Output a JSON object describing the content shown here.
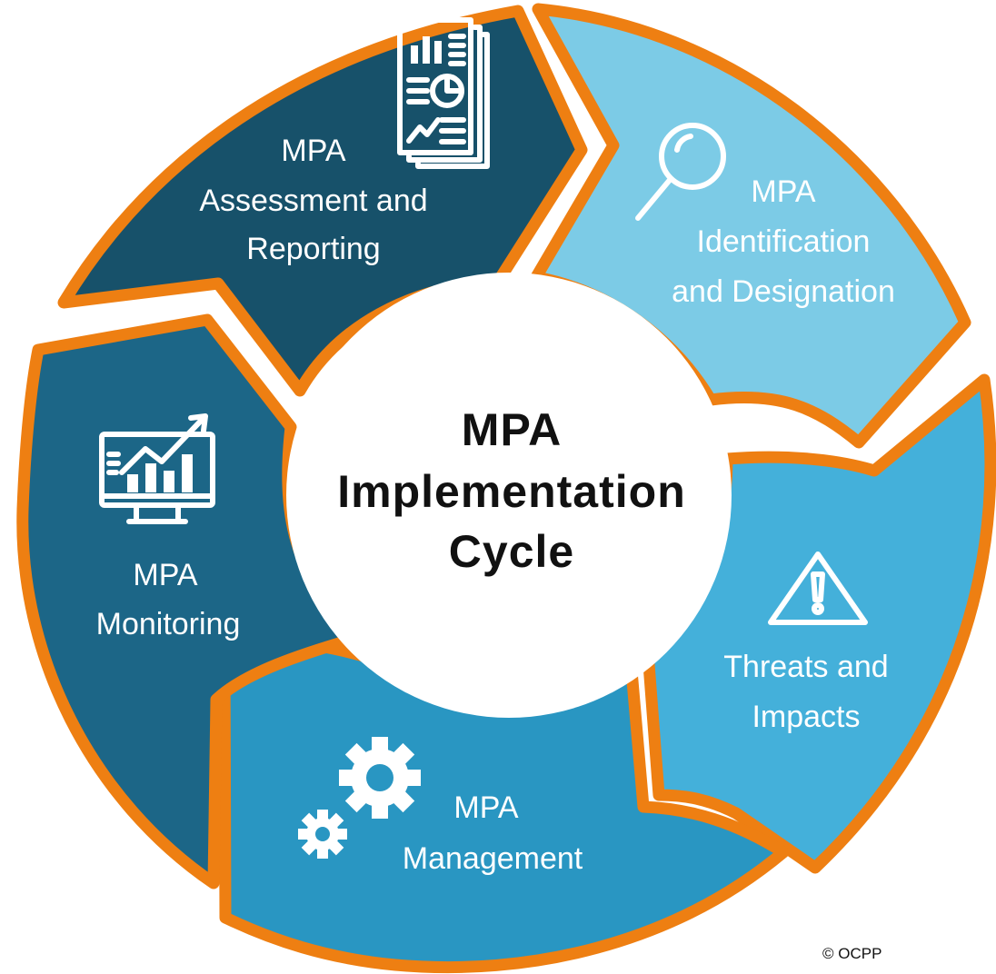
{
  "diagram": {
    "center": {
      "lines": [
        "MPA",
        "Implementation",
        "Cycle"
      ]
    },
    "segments": [
      {
        "id": "assessment",
        "lines": [
          "MPA",
          "Assessment and",
          "Reporting"
        ],
        "color": "#17516a",
        "icon": "report-document-icon"
      },
      {
        "id": "identification",
        "lines": [
          "MPA",
          "Identification",
          "and Designation"
        ],
        "color": "#7ccbe6",
        "icon": "magnifying-glass-icon"
      },
      {
        "id": "threats",
        "lines": [
          "Threats and",
          "Impacts"
        ],
        "color": "#44b0da",
        "icon": "warning-triangle-icon"
      },
      {
        "id": "management",
        "lines": [
          "MPA",
          "Management"
        ],
        "color": "#2996c2",
        "icon": "gears-icon"
      },
      {
        "id": "monitoring",
        "lines": [
          "MPA",
          "Monitoring"
        ],
        "color": "#1c6687",
        "icon": "monitor-chart-icon"
      }
    ],
    "outline_color": "#ee7f12",
    "credit": "© OCPP"
  }
}
